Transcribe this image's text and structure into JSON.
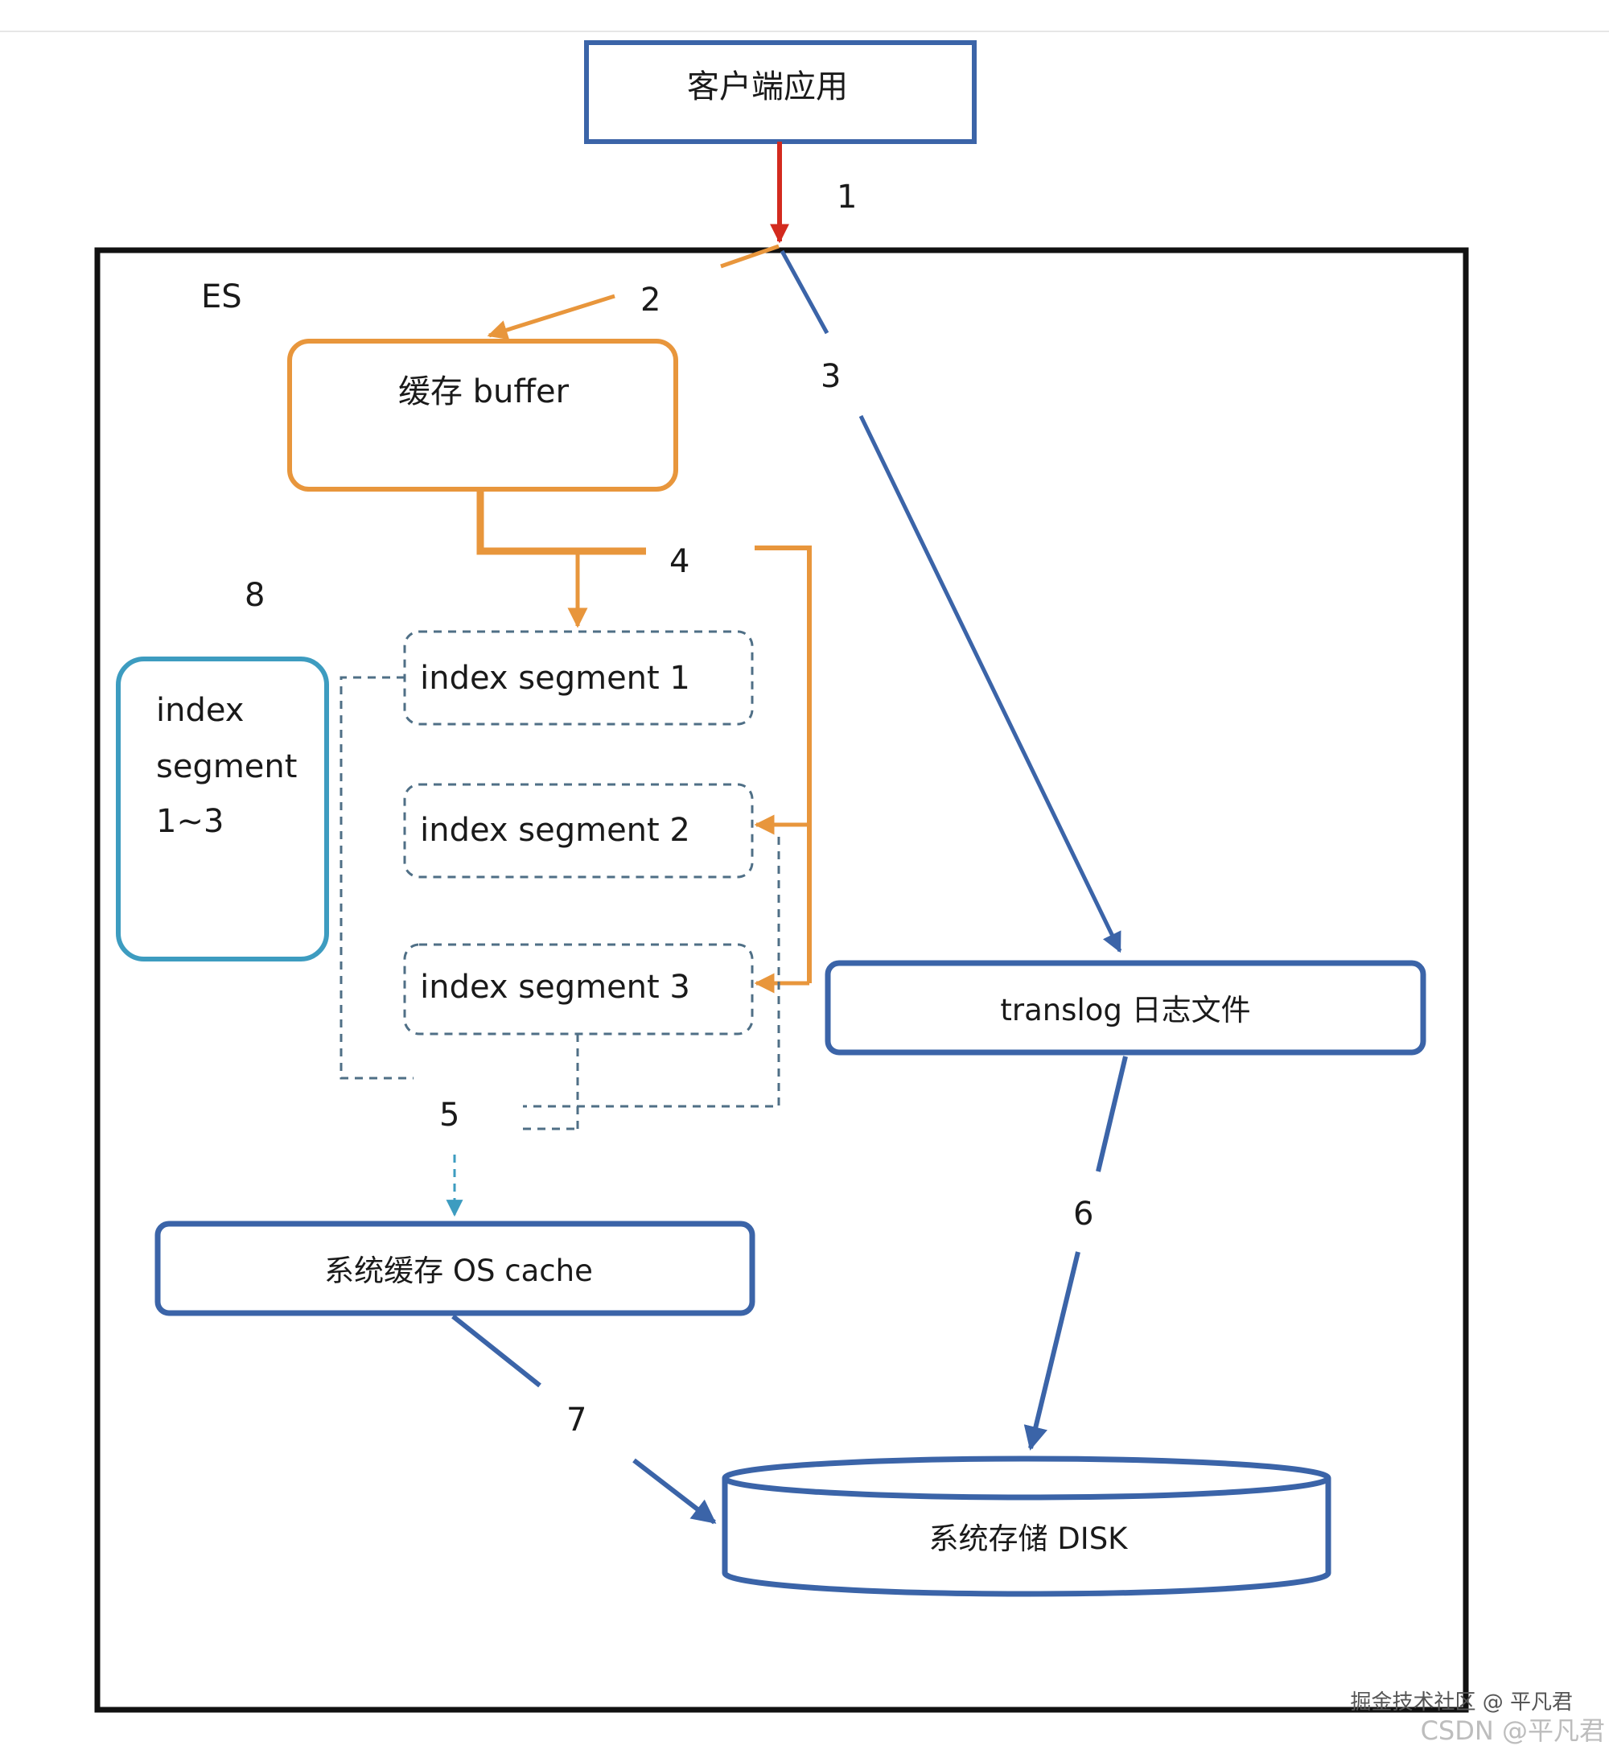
{
  "colors": {
    "blue": "#3b64a8",
    "orange": "#e8963c",
    "red": "#d32a1e",
    "teal": "#3d9cc0",
    "dashed": "#4f6f86",
    "frame": "#111111",
    "divider": "#e6e6e6"
  },
  "nodes": {
    "client": "客户端应用",
    "es": "ES",
    "buffer": "缓存 buffer",
    "segment_group": [
      "index",
      "segment",
      "1~3"
    ],
    "segment1": "index segment 1",
    "segment2": "index segment 2",
    "segment3": "index segment 3",
    "os_cache": "系统缓存 OS cache",
    "translog": "translog 日志文件",
    "disk": "系统存储 DISK"
  },
  "steps": {
    "s1": "1",
    "s2": "2",
    "s3": "3",
    "s4": "4",
    "s5": "5",
    "s6": "6",
    "s7": "7",
    "s8": "8"
  },
  "watermark": {
    "line1": "掘金技术社区 @ 平凡君",
    "line2": "CSDN @平凡君"
  }
}
